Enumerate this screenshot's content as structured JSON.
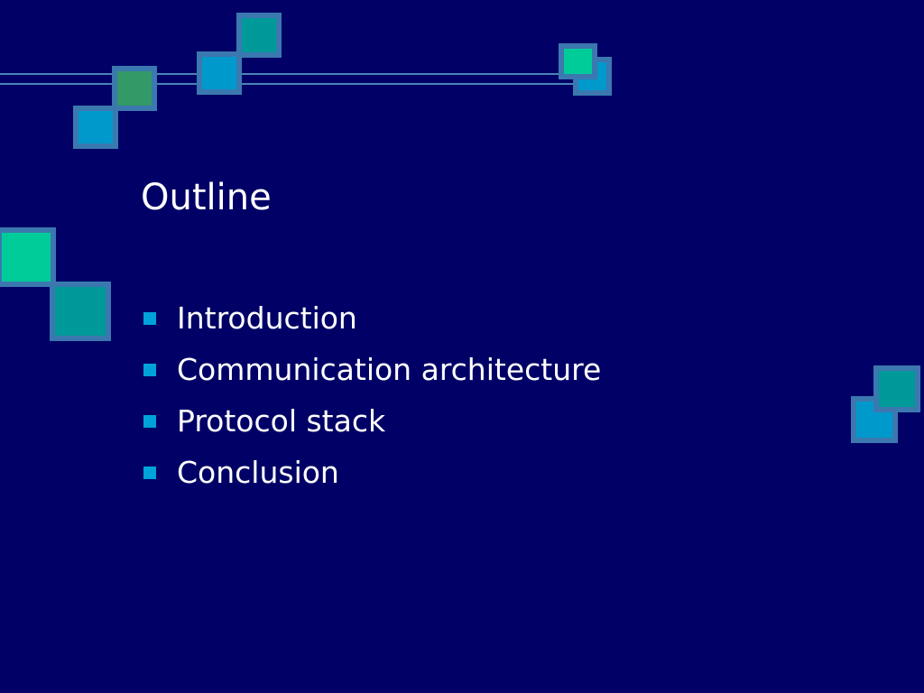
{
  "slide": {
    "title": "Outline",
    "bullets": [
      {
        "label": "Introduction"
      },
      {
        "label": "Communication architecture"
      },
      {
        "label": "Protocol stack"
      },
      {
        "label": "Conclusion"
      }
    ]
  },
  "colors": {
    "background": "#000066",
    "text": "#ffffff",
    "bullet": "#00a3d9",
    "line": "#4a83b8",
    "square_border": "#3b78b0",
    "square_teal": "#009999",
    "square_blue": "#0099cc",
    "square_green": "#339966",
    "square_mint": "#00cc99"
  },
  "icons": {
    "bullet": "square-bullet-icon",
    "decoration": "square-decoration-icon"
  }
}
